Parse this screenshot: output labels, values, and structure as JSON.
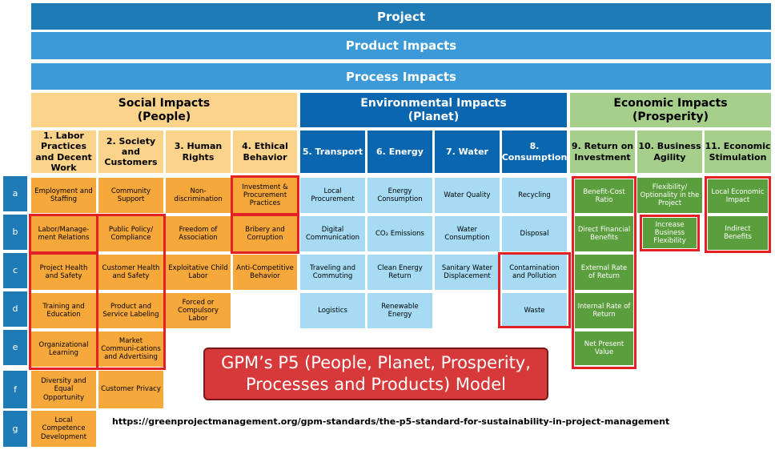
{
  "bands": {
    "project": "Project",
    "product": "Product Impacts",
    "process": "Process Impacts"
  },
  "groups": {
    "social": {
      "line1": "Social Impacts",
      "line2": "(People)"
    },
    "environmental": {
      "line1": "Environmental Impacts",
      "line2": "(Planet)"
    },
    "economic": {
      "line1": "Economic Impacts",
      "line2": "(Prosperity)"
    }
  },
  "categories": [
    {
      "label": "1. Labor Practices and Decent Work"
    },
    {
      "label": "2. Society and Customers"
    },
    {
      "label": "3. Human Rights"
    },
    {
      "label": "4. Ethical Behavior"
    },
    {
      "label": "5. Transport"
    },
    {
      "label": "6. Energy"
    },
    {
      "label": "7. Water"
    },
    {
      "label": "8. Consumption"
    },
    {
      "label": "9. Return on Investment"
    },
    {
      "label": "10. Business Agility"
    },
    {
      "label": "11. Economic Stimulation"
    }
  ],
  "rows": [
    "a",
    "b",
    "c",
    "d",
    "e",
    "f",
    "g"
  ],
  "cells": {
    "c1": [
      "Employment and Staffing",
      "Labor/Manage-ment Relations",
      "Project Health and Safety",
      "Training and Education",
      "Organizational Learning",
      "Diversity and Equal Opportunity",
      "Local Competence Development"
    ],
    "c2": [
      "Community Support",
      "Public Policy/ Compliance",
      "Customer Health and Safety",
      "Product and Service Labeling",
      "Market Communi-cations and Advertising",
      "Customer Privacy"
    ],
    "c3": [
      "Non-discrimination",
      "Freedom of Association",
      "Exploitative Child Labor",
      "Forced or Compulsory Labor"
    ],
    "c4": [
      "Investment & Procurement Practices",
      "Bribery and Corruption",
      "Anti-Competitive Behavior"
    ],
    "c5": [
      "Local Procurement",
      "Digital Communication",
      "Traveling and Commuting",
      "Logistics"
    ],
    "c6": [
      "Energy Consumption",
      "CO₂ Emissions",
      "Clean Energy Return",
      "Renewable Energy"
    ],
    "c7": [
      "Water Quality",
      "Water Consumption",
      "Sanitary Water Displacement"
    ],
    "c8": [
      "Recycling",
      "Disposal",
      "Contamination and Pollution",
      "Waste"
    ],
    "c9": [
      "Benefit-Cost Ratio",
      "Direct Financial Benefits",
      "External Rate of Return",
      "Internal Rate of Return",
      "Net Present Value"
    ],
    "c10": [
      "Flexibility/ Optionality in the Project",
      "Increase Business Flexibility"
    ],
    "c11": [
      "Local Economic Impact",
      "Indirect Benefits"
    ]
  },
  "banner": {
    "line1": "GPM’s P5 (People, Planet, Prosperity,",
    "line2": "Processes and Products) Model"
  },
  "source_url": "https://greenprojectmanagement.org/gpm-standards/the-p5-standard-for-sustainability-in-project-management",
  "colors": {
    "band": "#1f7bb6",
    "social": "#f7a83a",
    "environmental": "#a6dbf3",
    "economic": "#5b9e3d",
    "highlight": "#e41f26"
  }
}
